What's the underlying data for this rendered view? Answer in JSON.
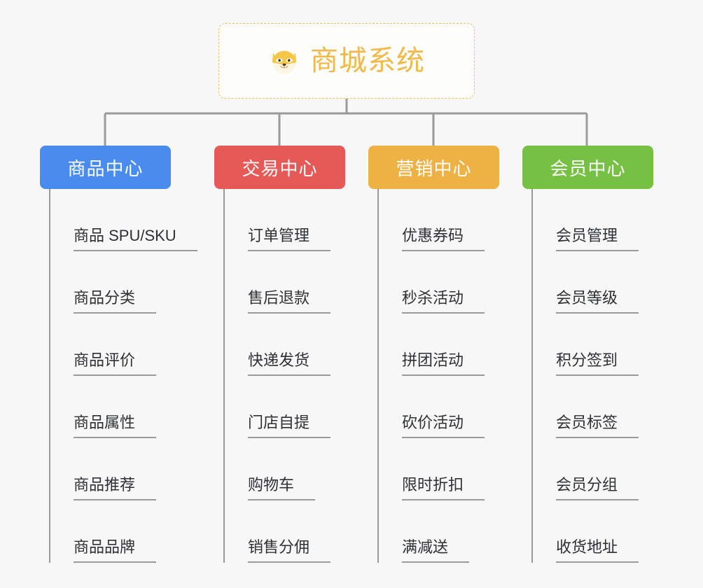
{
  "root": {
    "title": "商城系统",
    "icon": "shiba-dog-emoji",
    "title_color": "#f0b949",
    "border_color": "#edc06a"
  },
  "line_color": "#9a9a9a",
  "background": "#f7f7f7",
  "columns": [
    {
      "title": "商品中心",
      "color": "#4a8ced",
      "color_class": "w-blue",
      "items": [
        "商品 SPU/SKU",
        "商品分类",
        "商品评价",
        "商品属性",
        "商品推荐",
        "商品品牌"
      ]
    },
    {
      "title": "交易中心",
      "color": "#e55a56",
      "color_class": "w-red",
      "items": [
        "订单管理",
        "售后退款",
        "快递发货",
        "门店自提",
        "购物车",
        "销售分佣"
      ]
    },
    {
      "title": "营销中心",
      "color": "#edb144",
      "color_class": "w-orange",
      "items": [
        "优惠券码",
        "秒杀活动",
        "拼团活动",
        "砍价活动",
        "限时折扣",
        "满减送"
      ]
    },
    {
      "title": "会员中心",
      "color": "#76c044",
      "color_class": "w-green",
      "items": [
        "会员管理",
        "会员等级",
        "积分签到",
        "会员标签",
        "会员分组",
        "收货地址"
      ]
    }
  ]
}
